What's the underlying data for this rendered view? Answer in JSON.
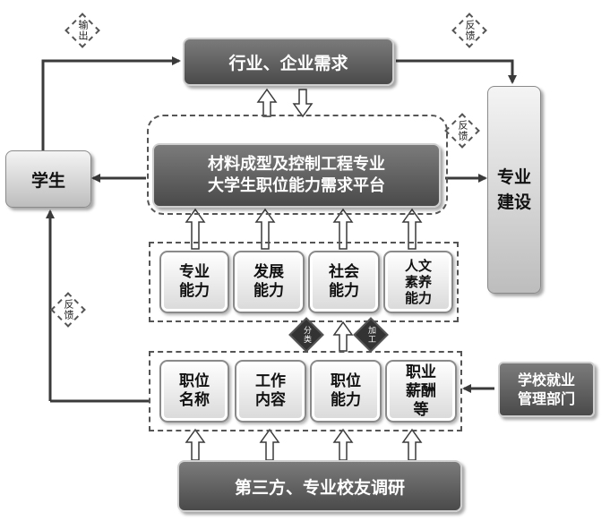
{
  "top_demand": "行业、企业需求",
  "platform": "材料成型及控制工程专业\n大学生职位能力需求平台",
  "student": "学生",
  "major_construction": "专业\n建设",
  "abilities": [
    "专业\n能力",
    "发展\n能力",
    "社会\n能力",
    "人文\n素养\n能力"
  ],
  "positions": [
    "职位\n名称",
    "工作\n内容",
    "职位\n能力",
    "职业\n薪酬\n等"
  ],
  "bottom_source": "第三方、专业校友调研",
  "school_dept": "学校就业\n管理部门",
  "tags": {
    "output": "输出",
    "feedback_top": "反馈",
    "feedback_mid": "反馈",
    "feedback_left": "反馈",
    "classify": "分类",
    "process": "加工"
  },
  "colors": {
    "dark_fill": "#5a5a5a",
    "light_fill": "#d4d4d4",
    "line": "#3a3a3a"
  }
}
